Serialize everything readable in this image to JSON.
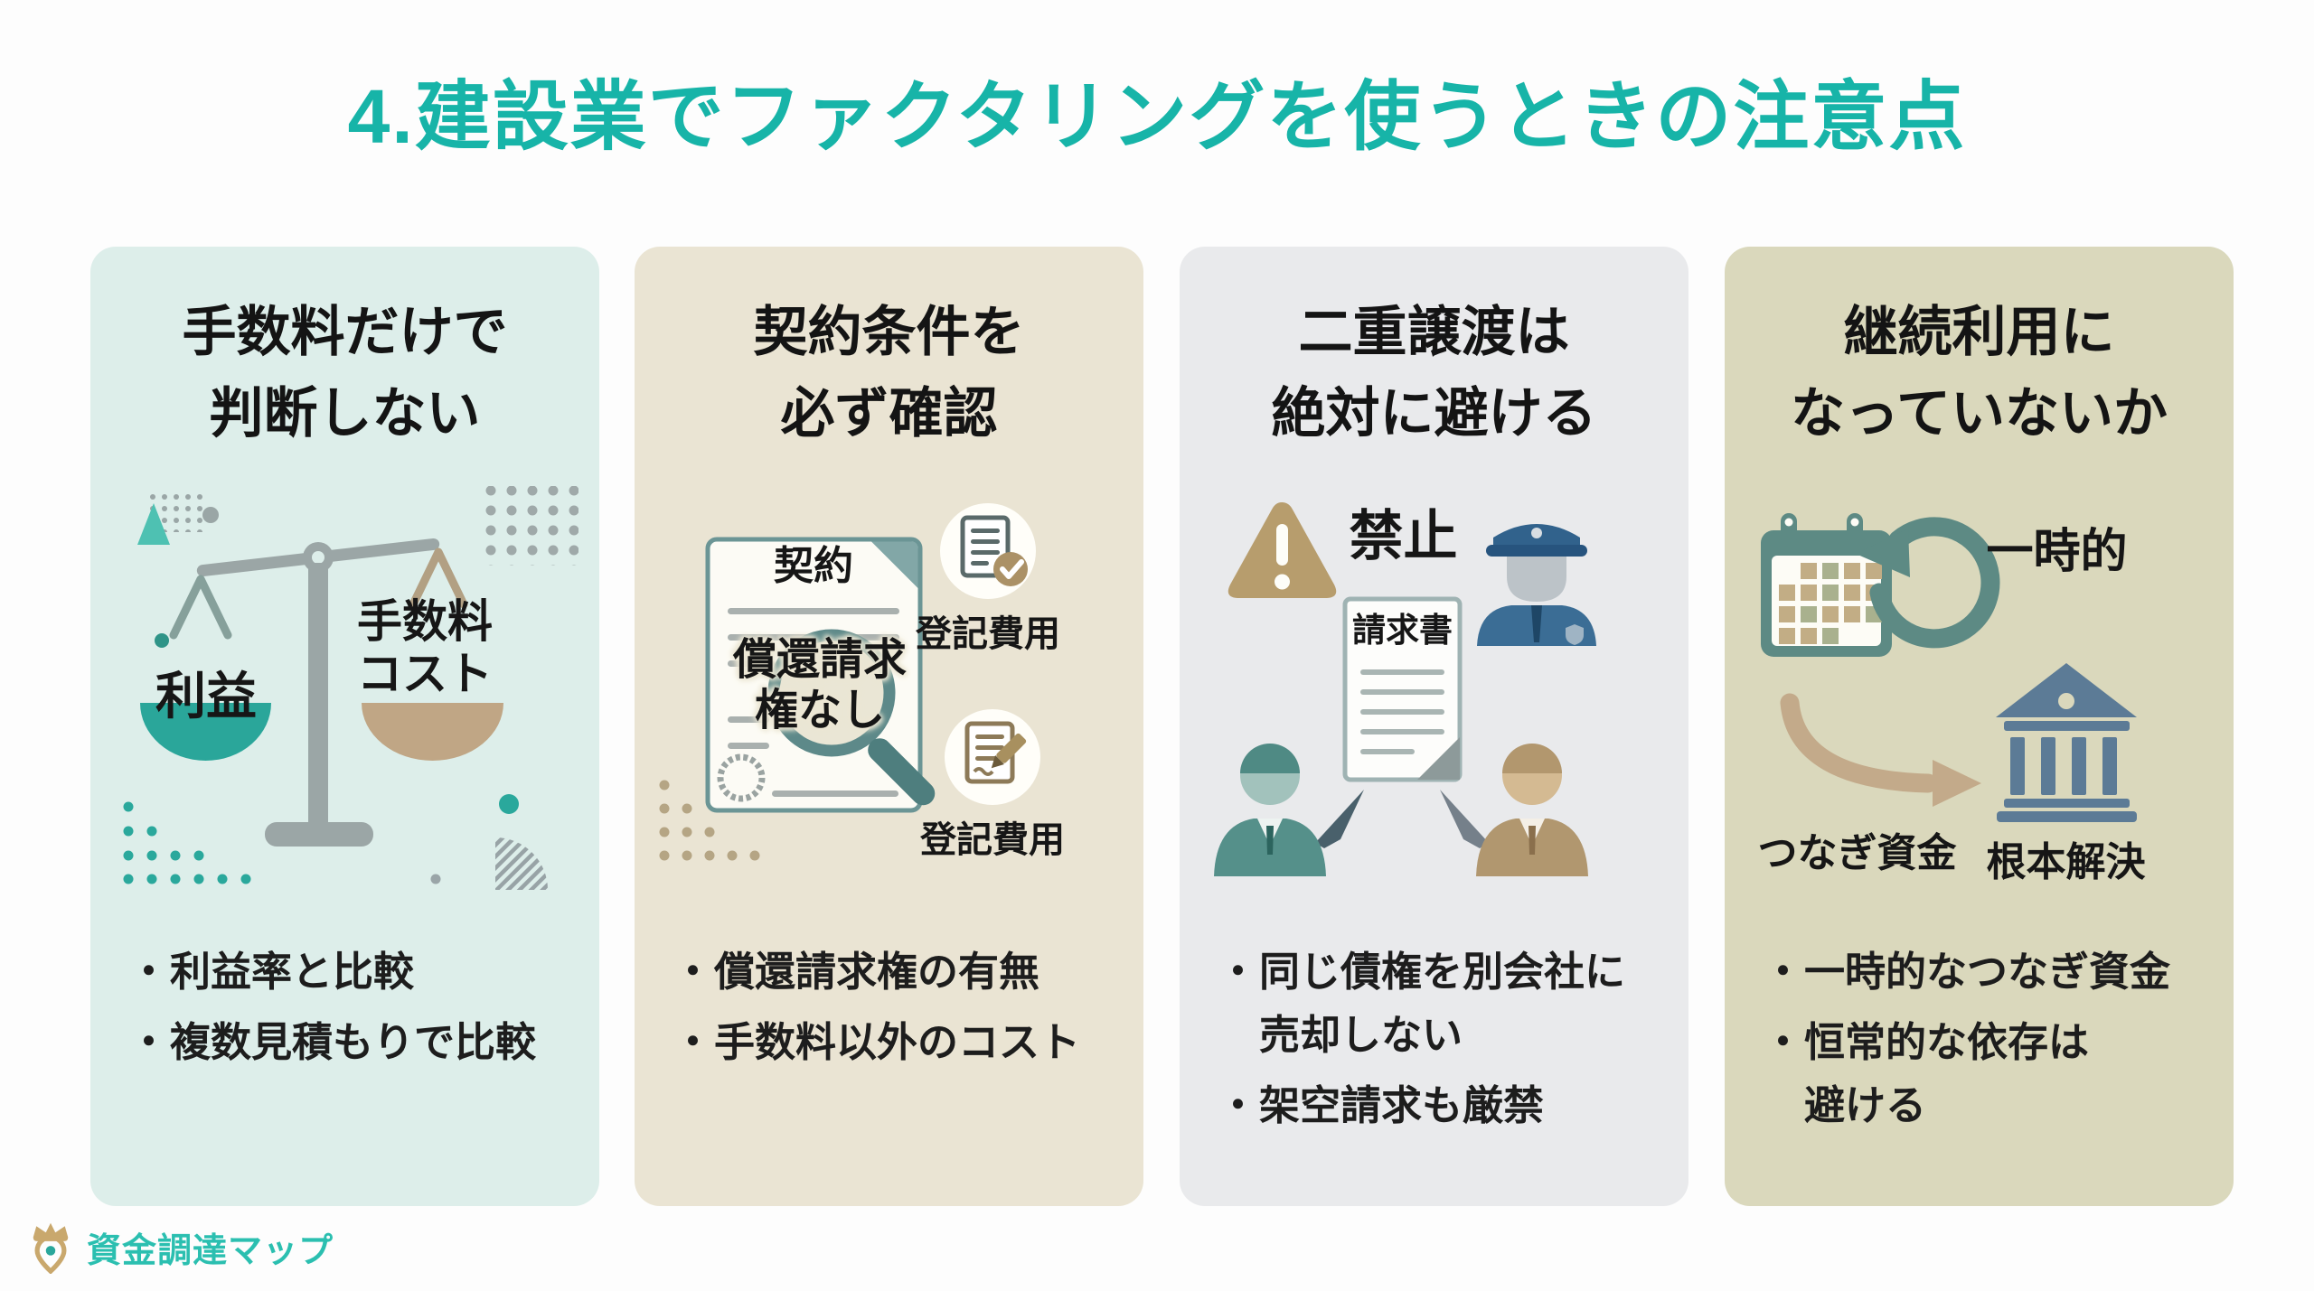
{
  "ui": {
    "bullet_char": "・"
  },
  "page": {
    "title": "4.建設業でファクタリングを使うときの注意点",
    "title_color": "#17b4a8",
    "background": "#fdfdfd"
  },
  "footer": {
    "logo_text": "資金調達マップ",
    "logo_color": "#2bbfb0",
    "logo_gold": "#c9a86d"
  },
  "cards": [
    {
      "id": "fee-judgement",
      "bg": "#ddeeea",
      "title": "手数料だけで\n判断しない",
      "labels": {
        "left_pan": "利益",
        "right_pan": "手数料\nコスト"
      },
      "bullets": [
        "利益率と比較",
        "複数見積もりで比較"
      ]
    },
    {
      "id": "contract-terms",
      "bg": "#eae4d3",
      "title": "契約条件を\n必ず確認",
      "labels": {
        "document": "契約",
        "magnifier": "償還請求\n権なし",
        "registration_check": "登記費用",
        "registration_pencil": "登記費用"
      },
      "bullets": [
        "償還請求権の有無",
        "手数料以外のコスト"
      ]
    },
    {
      "id": "double-assignment",
      "bg": "#e9eaec",
      "title": "二重譲渡は\n絶対に避ける",
      "labels": {
        "ban": "禁止",
        "invoice": "請求書"
      },
      "bullets": [
        "同じ債権を別会社に\n売却しない",
        "架空請求も厳禁"
      ]
    },
    {
      "id": "continuous-use",
      "bg": "#dad8bc",
      "title": "継続利用に\nなっていないか",
      "labels": {
        "temporary": "一時的",
        "bridge": "つなぎ資金",
        "fundamental": "根本解決"
      },
      "bullets": [
        "一時的なつなぎ資金",
        "恒常的な依存は\n避ける"
      ]
    }
  ]
}
